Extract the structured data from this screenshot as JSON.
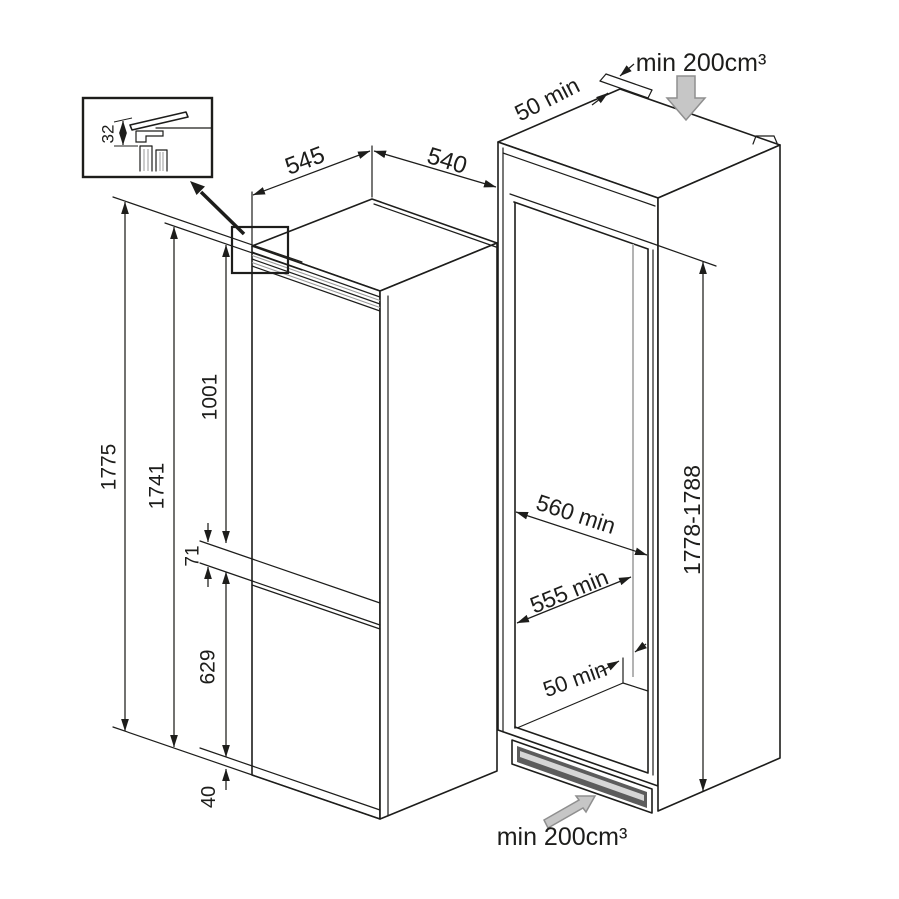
{
  "detail_callout": {
    "dim_door_overlap": "32"
  },
  "appliance": {
    "dim_depth": "545",
    "dim_width": "540",
    "dim_total_height": "1775",
    "dim_front_height": "1741",
    "dim_upper_door_height": "1001",
    "dim_door_gap": "71",
    "dim_lower_door_height": "629",
    "dim_plinth_recess": "40"
  },
  "niche": {
    "dim_top_rear_gap": "50 min",
    "vent_top": "min 200cm³",
    "dim_width_min": "560 min",
    "dim_depth_min": "555 min",
    "dim_height_range": "1778-1788",
    "dim_bottom_rear_gap": "50 min",
    "vent_bottom": "min 200cm³"
  },
  "colors": {
    "line": "#1d1d1b",
    "hidden_edge": "#b3b3b3",
    "airflow_arrow_fill": "#c6c6c6",
    "airflow_arrow_stroke": "#8f8f8f",
    "grille_dark": "#5c5c5c",
    "grille_light": "#d6d6d6"
  }
}
